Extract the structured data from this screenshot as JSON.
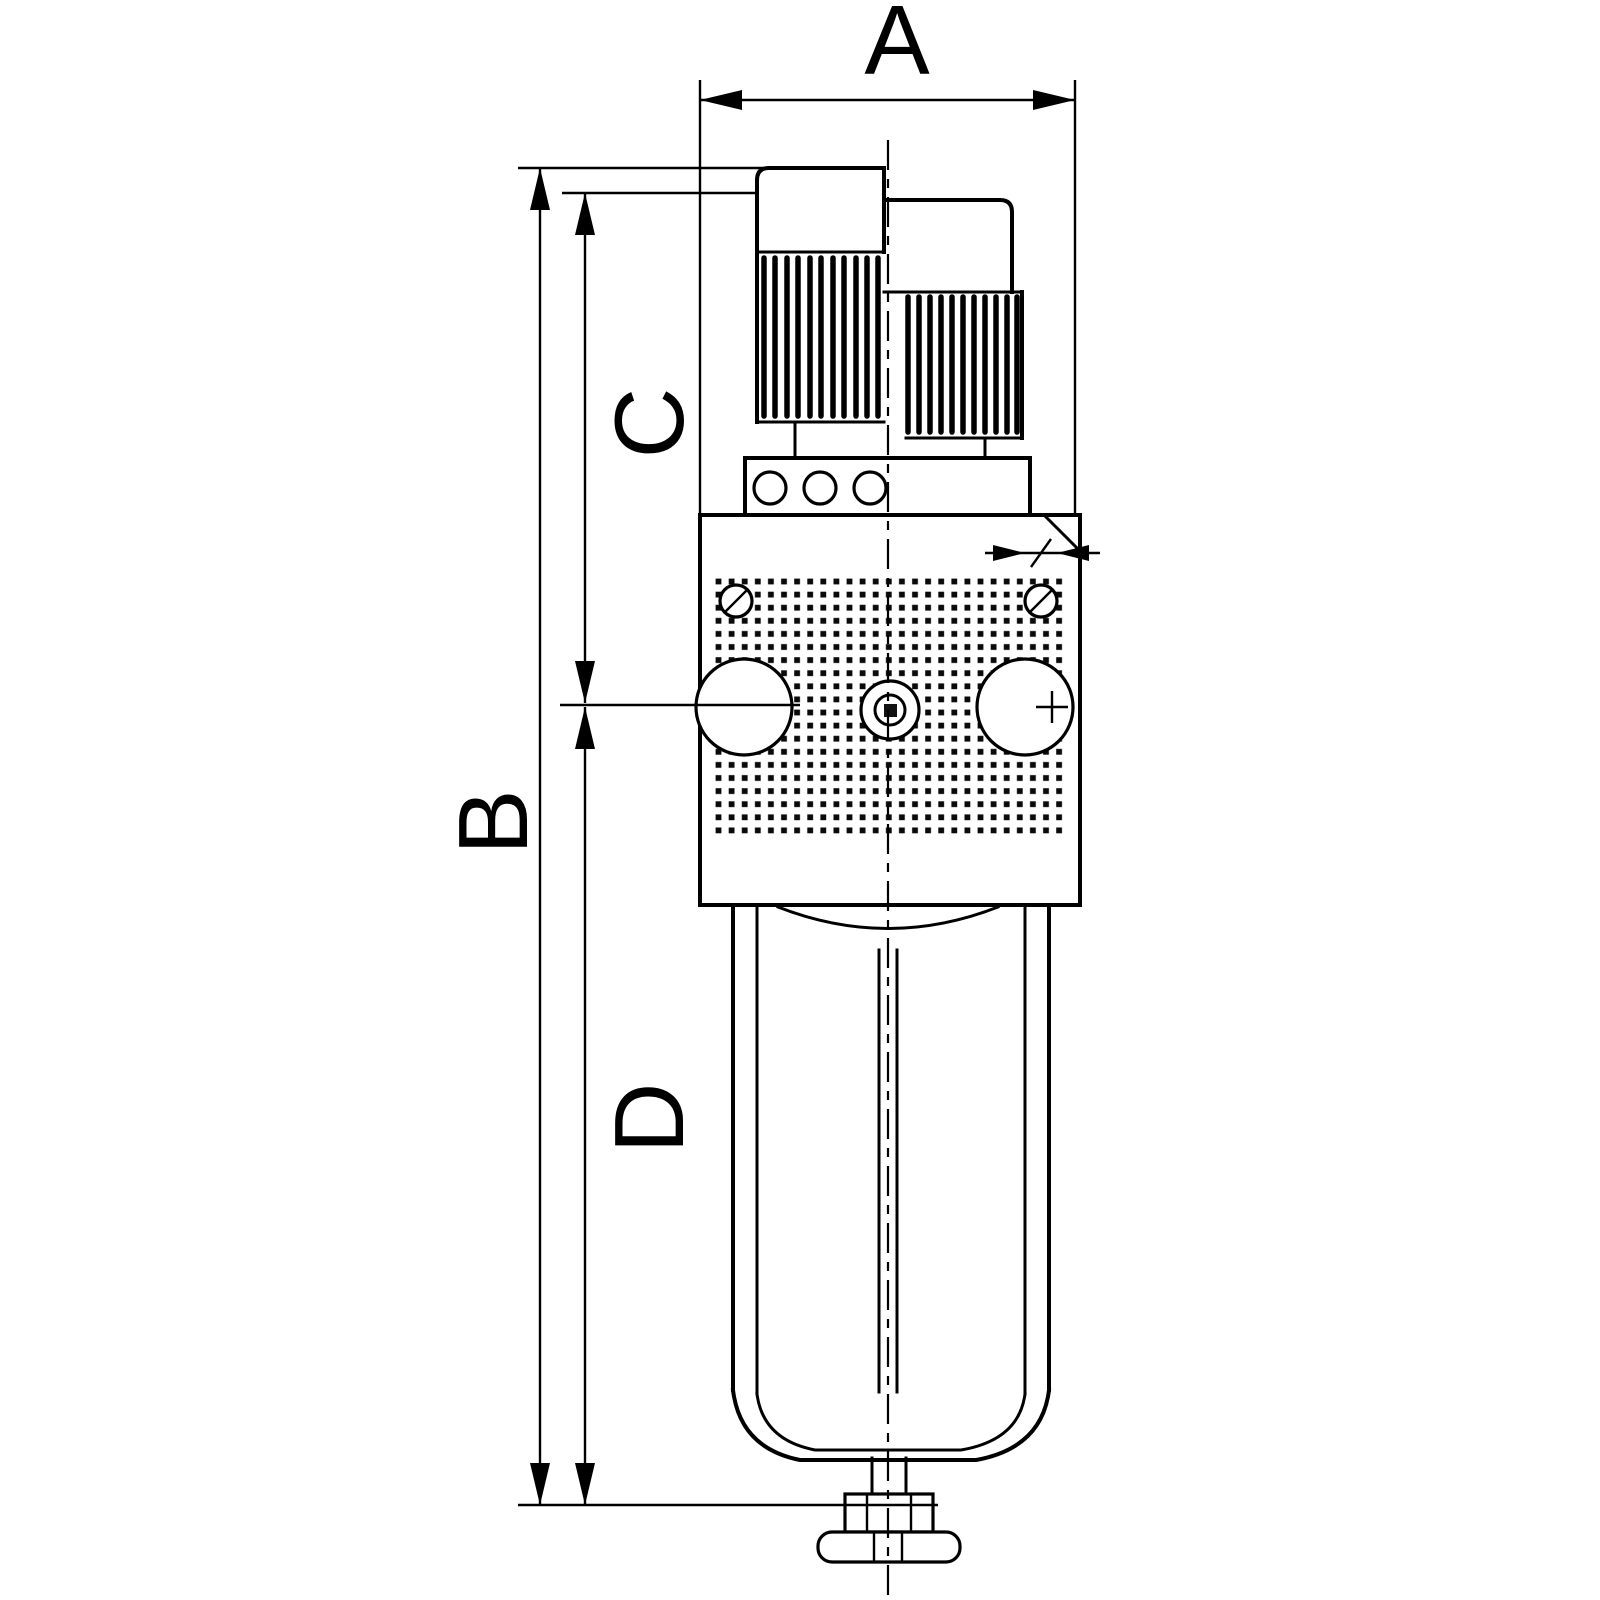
{
  "colors": {
    "background": "#ffffff",
    "ink": "#000000"
  },
  "diagram": {
    "labels": {
      "A": "A",
      "B": "B",
      "C": "C",
      "D": "D"
    }
  }
}
